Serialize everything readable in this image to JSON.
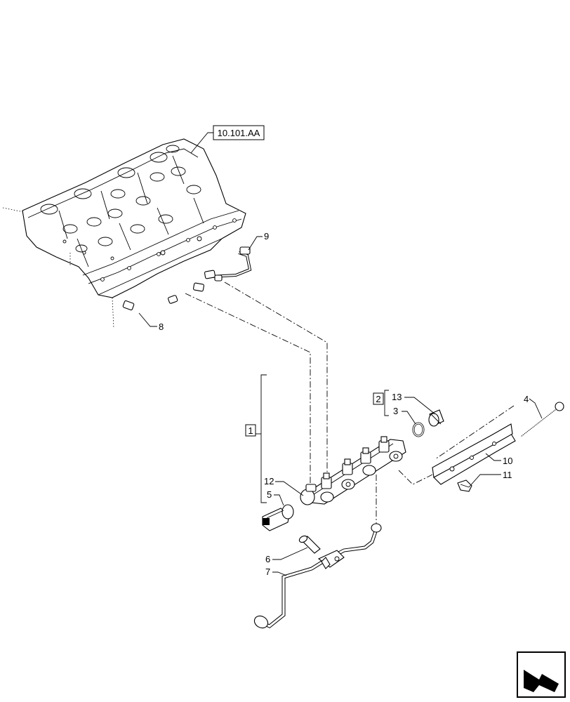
{
  "diagram": {
    "reference_label": "10.101.AA",
    "group_labels": [
      "1",
      "2"
    ],
    "callouts": [
      "2",
      "3",
      "4",
      "5",
      "6",
      "7",
      "8",
      "9",
      "10",
      "11",
      "12",
      "13"
    ]
  },
  "icons": {
    "nav_arrow": "prev-page-arrow-icon"
  }
}
